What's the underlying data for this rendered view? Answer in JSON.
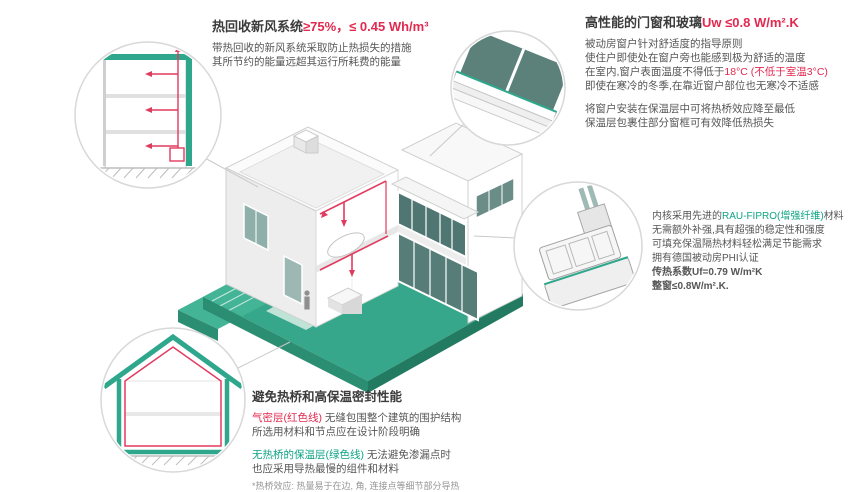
{
  "colors": {
    "teal": "#2EA78C",
    "red": "#E2294F",
    "green_text": "#0FA385",
    "body_text": "#565656"
  },
  "callouts": {
    "hrv": {
      "title_dark": "热回收新风系统",
      "title_red": "≥75%，≤ 0.45 Wh/m³",
      "line1": "带热回收的新风系统采取防止热损失的措施",
      "line2": "其所节约的能量远超其运行所耗费的能量"
    },
    "window": {
      "title_dark": "高性能的门窗和玻璃",
      "title_red": "Uw ≤0.8 W/m².K",
      "line1": "被动房窗户针对舒适度的指导原则",
      "line2": "使住户即使处在窗户旁也能感到极为舒适的温度",
      "line3_dark": "在室内,窗户表面温度不得低于",
      "line3_red": "18°C (不低于室温3°C)",
      "line4": "即使在寒冷的冬季,在靠近窗户部位也无寒冷不适感",
      "line5": "将窗户安装在保温层中可将热桥效应降至最低",
      "line6": "保温层包裹住部分窗框可有效降低热损失"
    },
    "profile": {
      "line1_dark1": "内核采用先进的",
      "line1_green": "RAU-FIPRO(增强纤维)",
      "line1_dark2": "材料",
      "line2": "无需额外补强,具有超强的稳定性和强度",
      "line3": "可填充保温隔热材料轻松满足节能需求",
      "line4": "拥有德国被动房PHI认证",
      "line5": "传热系数Uf=0.79 W/m²K",
      "line6": "整窗≤0.8W/m².K."
    },
    "thermal": {
      "title": "避免热桥和高保温密封性能",
      "line1_red": "气密层(红色线)",
      "line1_rest": " 无缝包围整个建筑的围护结构",
      "line2": "所选用材料和节点应在设计阶段明确",
      "line3_green": "无热桥的保温层(绿色线)",
      "line3_rest": " 无法避免渗漏点时",
      "line4": "也应采用导热最慢的组件和材料",
      "footnote": "*热桥效应: 热量易于在边, 角, 连接点等细节部分导热"
    }
  }
}
